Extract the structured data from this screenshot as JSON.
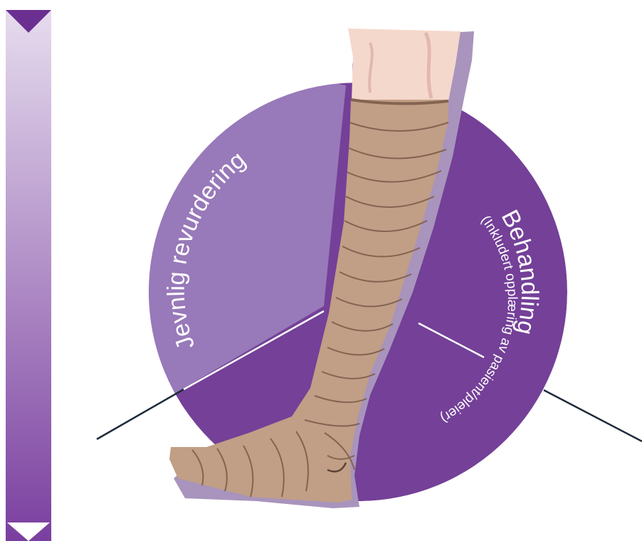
{
  "segments": {
    "left_label": "Jevnlig revurdering",
    "right_title": "Behandling",
    "right_subtitle": "(Inkludert opplæring av pasient/pleier)"
  },
  "colors": {
    "segment_light": "#9879b9",
    "segment_dark": "#744098",
    "bar_top": "#e6dcee",
    "bar_bottom": "#7a3f9f",
    "skin": "#f5d8cc",
    "bandage": "#c19e86",
    "bandage_line": "#836451",
    "pointer_line": "#1e2a3a"
  },
  "icons": {
    "bar_top": "triangle-down-icon",
    "bar_bottom": "triangle-down-icon"
  }
}
